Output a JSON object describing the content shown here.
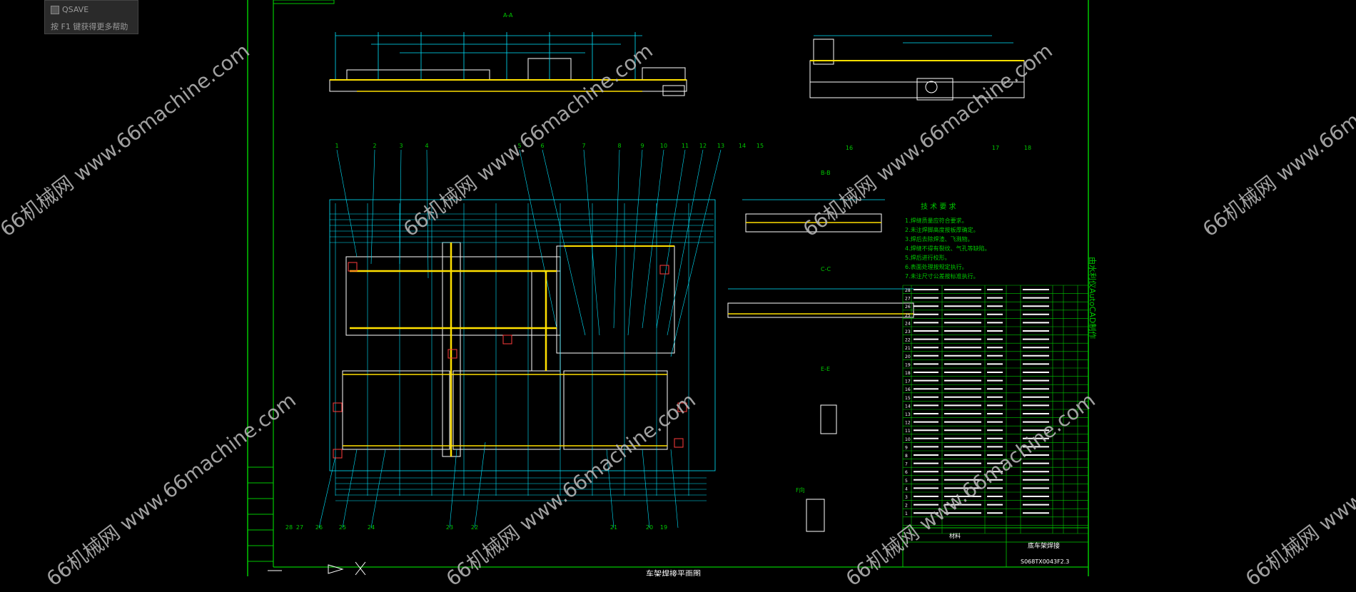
{
  "tooltip": {
    "title": "QSAVE",
    "hint": "按 F1 键获得更多帮助"
  },
  "watermark": {
    "text": "66机械网 www.66machine.com"
  },
  "drawing": {
    "section_labels": [
      "A-A",
      "B-B",
      "E-E",
      "C-C",
      "E-E",
      "F向"
    ],
    "tech_requirements": {
      "title": "技 术 要 求",
      "lines": [
        "1.焊缝质量应符合要求。",
        "2.未注焊脚高度按板厚确定。",
        "3.焊后去除焊渣、飞溅物。",
        "4.焊缝不得有裂纹、气孔等缺陷。",
        "5.焊后进行校形。",
        "6.表面处理按规定执行。",
        "7.未注尺寸公差按标准执行。"
      ]
    },
    "title_block": {
      "part_name": "底车架焊接",
      "drawing_no": "S068TX0043F2.3",
      "material_header": "材料"
    },
    "side_text": "由水利仪AutoCAD制作",
    "bottom_title": "车架焊接平面图",
    "balloons": [
      "1",
      "2",
      "3",
      "4",
      "5",
      "6",
      "7",
      "8",
      "9",
      "10",
      "11",
      "12",
      "13",
      "14",
      "15",
      "16",
      "17",
      "18",
      "19",
      "20",
      "21",
      "22",
      "23",
      "24",
      "25",
      "26",
      "27",
      "28"
    ]
  },
  "colors": {
    "background": "#000000",
    "frame": "#00c800",
    "part_lines": "#ffffff",
    "dimension": "#00e5ff",
    "weld": "#ffe000",
    "leader": "#00e5ff",
    "highlight": "#ff3b3b"
  }
}
